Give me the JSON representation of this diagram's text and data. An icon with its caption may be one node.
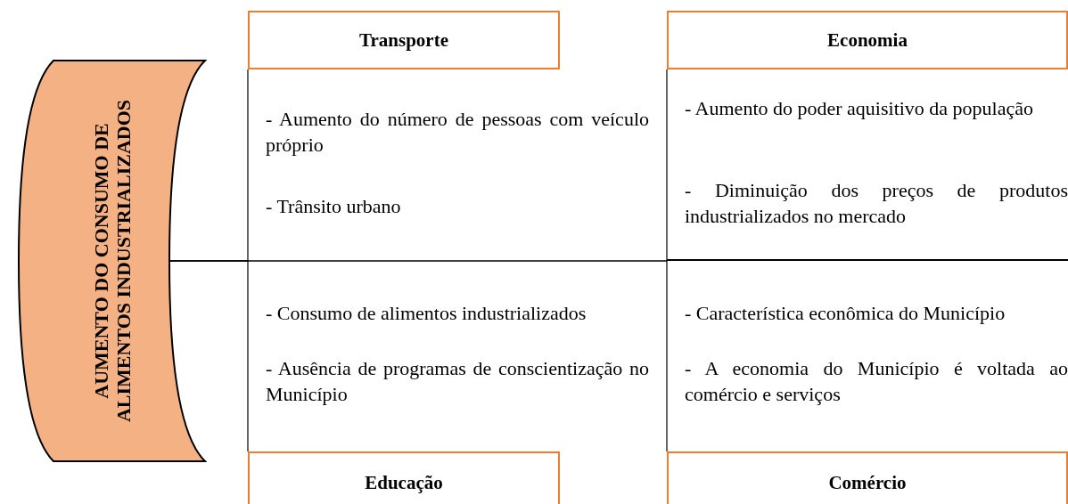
{
  "diagram": {
    "nodes": [
      {
        "text": [
          "AUMENTO DO CONSUMO DE ALIMENTOS INDUSTRIALIZADOS"
        ]
      },
      {
        "text": [
          "Transporte"
        ],
        "beside": [
          "- Aumento do número de pessoas com veículo próprio",
          "- Trânsito urbano"
        ]
      },
      {
        "text": [
          "Economia"
        ],
        "beside": [
          "- Aumento do poder aquisitivo da população",
          "- Diminuição dos preços de produtos industrializados no mercado"
        ]
      },
      {
        "text": [
          "Educação"
        ],
        "beside": [
          "- Consumo de alimentos industrializados",
          "- Ausência de programas de conscientização no Município"
        ]
      },
      {
        "text": [
          "Comércio"
        ],
        "beside": [
          "- Característica econômica do Município",
          "- A economia do Município é voltada ao comércio e serviços"
        ]
      }
    ],
    "edges": [
      {
        "from": 1,
        "to": 0,
        "arrow": "none"
      },
      {
        "from": 2,
        "to": 0,
        "arrow": "none"
      },
      {
        "from": 3,
        "to": 0,
        "arrow": "none"
      },
      {
        "from": 4,
        "to": 0,
        "arrow": "none"
      }
    ]
  }
}
